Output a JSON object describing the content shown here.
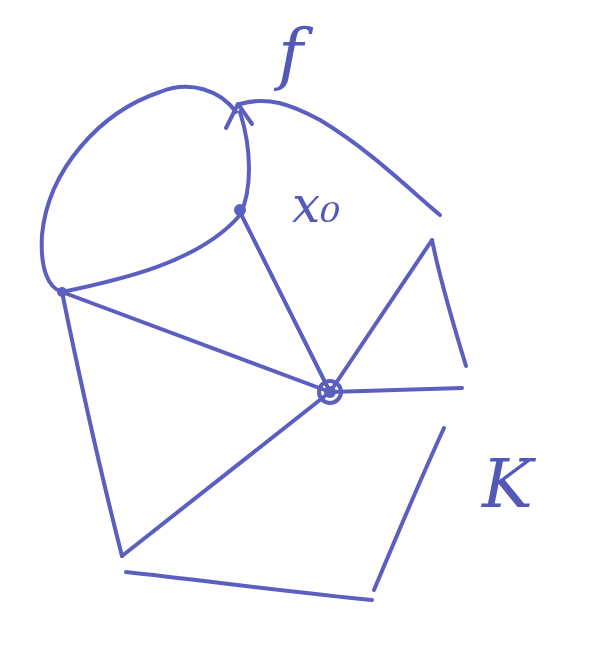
{
  "diagram": {
    "labels": [
      "f",
      "x₀",
      "K"
    ]
  }
}
